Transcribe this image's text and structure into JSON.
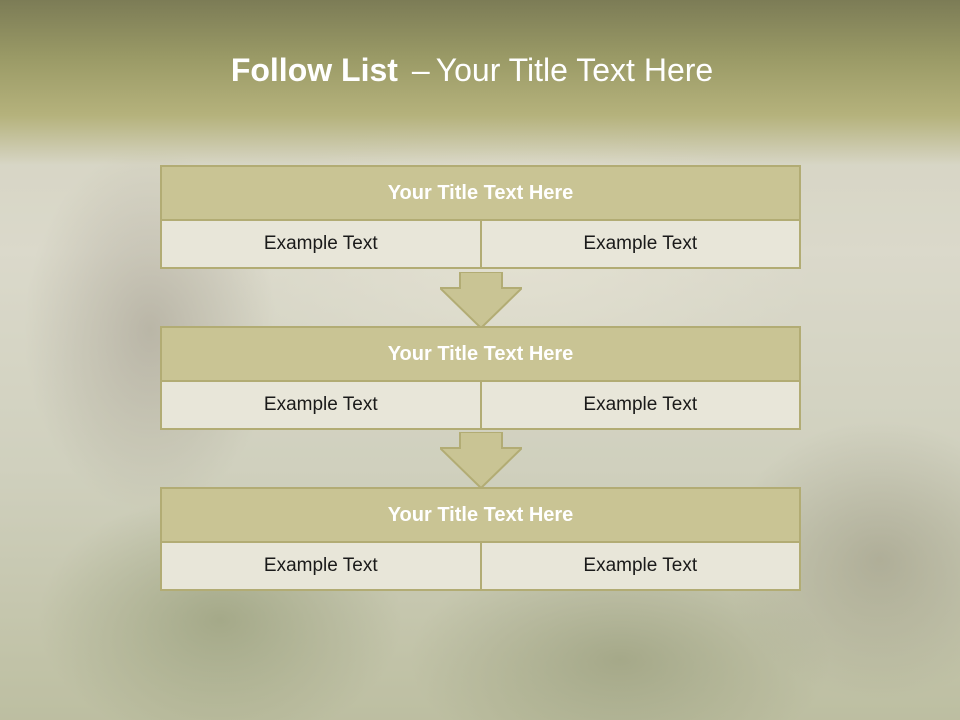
{
  "slide": {
    "title_bold": "Follow List",
    "title_dash": "–",
    "title_rest": "Your Title Text Here"
  },
  "blocks": [
    {
      "title": "Your Title Text Here",
      "left": "Example Text",
      "right": "Example Text"
    },
    {
      "title": "Your Title Text Here",
      "left": "Example Text",
      "right": "Example Text"
    },
    {
      "title": "Your Title Text Here",
      "left": "Example Text",
      "right": "Example Text"
    }
  ],
  "colors": {
    "header_fill": "#c9c494",
    "border": "#b2ac74",
    "cell_fill": "#e8e6d9",
    "arrow_fill": "#c9c494"
  },
  "background_image": "ants-on-moss-photo"
}
